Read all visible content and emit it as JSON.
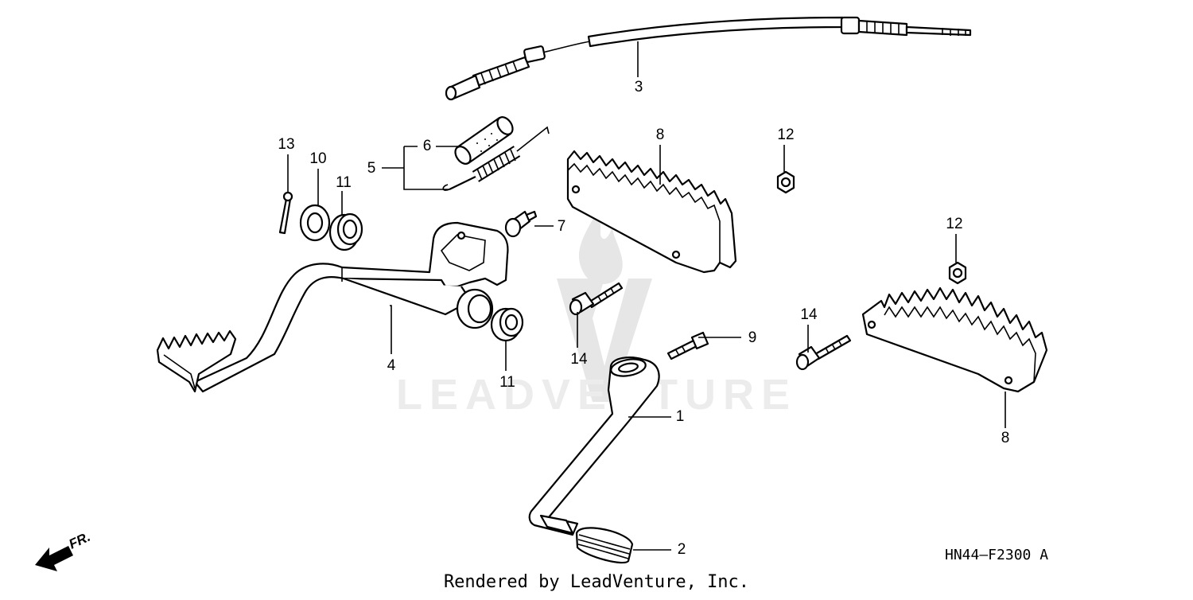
{
  "diagram": {
    "watermark": "LEADVENTURE",
    "credit": "Rendered by LeadVenture, Inc.",
    "diagram_code": "HN44—F2300 A",
    "direction_indicator": {
      "label": "FR.",
      "icon": "arrow-down-left-icon"
    },
    "callouts": [
      {
        "id": "c1",
        "number": "1"
      },
      {
        "id": "c2",
        "number": "2"
      },
      {
        "id": "c3",
        "number": "3"
      },
      {
        "id": "c4",
        "number": "4"
      },
      {
        "id": "c5",
        "number": "5"
      },
      {
        "id": "c6",
        "number": "6"
      },
      {
        "id": "c7",
        "number": "7"
      },
      {
        "id": "c8a",
        "number": "8"
      },
      {
        "id": "c8b",
        "number": "8"
      },
      {
        "id": "c9",
        "number": "9"
      },
      {
        "id": "c10",
        "number": "10"
      },
      {
        "id": "c11a",
        "number": "11"
      },
      {
        "id": "c11b",
        "number": "11"
      },
      {
        "id": "c12a",
        "number": "12"
      },
      {
        "id": "c12b",
        "number": "12"
      },
      {
        "id": "c13",
        "number": "13"
      },
      {
        "id": "c14a",
        "number": "14"
      },
      {
        "id": "c14b",
        "number": "14"
      }
    ]
  }
}
